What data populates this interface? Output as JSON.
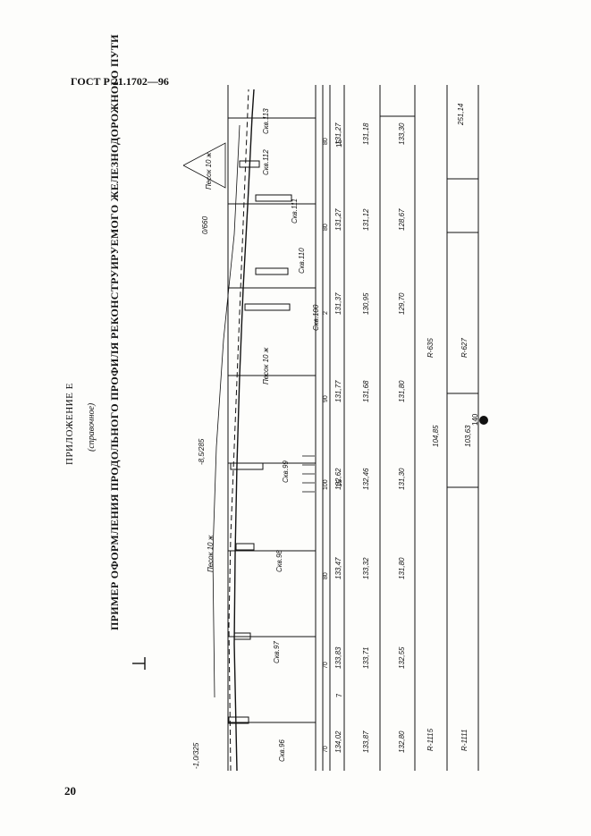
{
  "document": {
    "header": "ГОСТ Р 21.1702—96",
    "appendix": "ПРИЛОЖЕНИЕ Е",
    "subtitle": "(справочное)",
    "title": "ПРИМЕР ОФОРМЛЕНИЯ ПРОДОЛЬНОГО ПРОФИЛЯ РЕКОНСТРУИРУЕМОГО ЖЕЛЕЗНОДОРОЖНОГО ПУТИ",
    "page_number": "20"
  },
  "profile": {
    "pickets": [
      {
        "label": "70",
        "design": "134,02",
        "ground": "133,87",
        "existing": "132,80"
      },
      {
        "label": "70",
        "design": "133,83",
        "ground": "133,71",
        "existing": "132,55"
      },
      {
        "label": "80",
        "design": "133,47",
        "ground": "133,32",
        "existing": "131,80"
      },
      {
        "label": "100",
        "design": "132,62",
        "ground": "132,46",
        "existing": "131,30"
      },
      {
        "label": "90",
        "design": "131,77",
        "ground": "131,68",
        "existing": "131,80"
      },
      {
        "label": "2",
        "design": "131,37",
        "ground": "130,95",
        "existing": "129,70"
      },
      {
        "label": "80",
        "design": "131,27",
        "ground": "131,12",
        "existing": "128,67"
      },
      {
        "label": "80",
        "design": "131,27",
        "ground": "131,18",
        "existing": "133,30"
      }
    ],
    "hole_labels": [
      "Скв.96",
      "Скв.97",
      "Скв.98",
      "Скв.99",
      "Скв.100",
      "Скв.110",
      "Скв.111",
      "Скв.112",
      "Скв.113"
    ],
    "slopes": [
      "-1,0/325",
      "-8,5/285",
      "0/660"
    ],
    "soil": [
      "Песок 10 ж",
      "Песок 10 ж",
      "Песок 10 ж"
    ],
    "curves": [
      "R-1115",
      "R-635",
      "R-627",
      "R-1111"
    ],
    "lengths": [
      "251,14",
      "104,85",
      "103,63"
    ],
    "km_marker": "140",
    "page_numbers_row": [
      "7",
      "15",
      "15"
    ]
  }
}
